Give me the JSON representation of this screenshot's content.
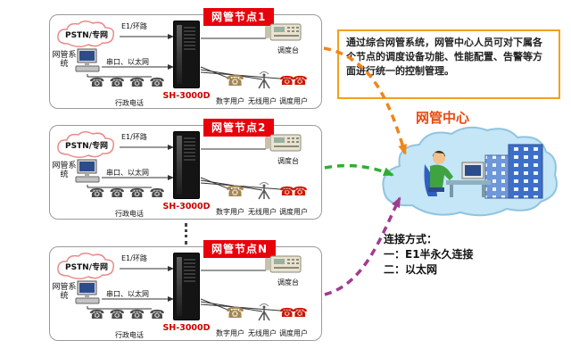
{
  "colors": {
    "node_banner_bg": "#e8000b",
    "server_label_red": "#cf0000",
    "center_title_red": "#e94a10",
    "description_border": "#f3a01d",
    "arrow_node1": "#f08519",
    "arrow_node2": "#2fae2f",
    "arrow_nodeN": "#a23b8f"
  },
  "icons": {
    "phone": "☎",
    "admin_phones_row": "☎☎☎☎",
    "dispatch_phones": "☎☎"
  },
  "nodes": [
    {
      "banner": "网管节点1",
      "pstn_cloud": "PSTN/专网",
      "e1_label": "E1/环路",
      "nms_label": "网管系统",
      "serial_label": "串口、以太网",
      "server_label": "SH-3000D",
      "admin_phone_label": "行政电话",
      "console_label": "调度台",
      "user_labels": [
        "数字用户",
        "无线用户",
        "调度用户"
      ]
    },
    {
      "banner": "网管节点2",
      "pstn_cloud": "PSTN/专网",
      "e1_label": "E1/环路",
      "nms_label": "网管系统",
      "serial_label": "串口、以太网",
      "server_label": "SH-3000D",
      "admin_phone_label": "行政电话",
      "console_label": "调度台",
      "user_labels": [
        "数字用户",
        "无线用户",
        "调度用户"
      ]
    },
    {
      "banner": "网管节点N",
      "pstn_cloud": "PSTN/专网",
      "e1_label": "E1/环路",
      "nms_label": "网管系统",
      "serial_label": "串口、以太网",
      "server_label": "SH-3000D",
      "admin_phone_label": "行政电话",
      "console_label": "调度台",
      "user_labels": [
        "数字用户",
        "无线用户",
        "调度用户"
      ]
    }
  ],
  "center": {
    "title": "网管中心",
    "description": "通过综合网管系统，网管中心人员可对下属各个节点的调度设备功能、性能配置、告警等方面进行统一的控制管理。"
  },
  "legend": {
    "title": "连接方式：",
    "line1": "一：E1半永久连接",
    "line2": "二：以太网"
  }
}
